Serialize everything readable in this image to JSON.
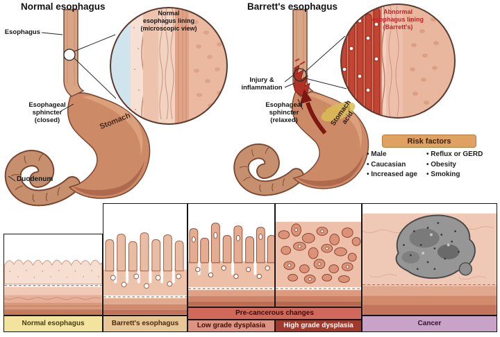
{
  "left_figure": {
    "title": "Normal esophagus",
    "esophagus_label": "Esophagus",
    "sphincter_label": "Esophageal\nsphincter\n(closed)",
    "stomach_label": "Stomach",
    "duodenum_label": "Duodenum",
    "inset_caption": "Normal\nesophagus lining\n(microscopic view)"
  },
  "right_figure": {
    "title": "Barrett's esophagus",
    "injury_label": "Injury &\ninflammation",
    "sphincter_label": "Esophageal\nsphincter\n(relaxed)",
    "stomach_acid_label": "Stomach\nacid",
    "inset_caption": "Abnormal\nesophagus lining\n(Barrett's)"
  },
  "risk_factors": {
    "title": "Risk factors",
    "column1": [
      "Male",
      "Caucasian",
      "Increased age"
    ],
    "column2": [
      "Reflux or GERD",
      "Obesity",
      "Smoking"
    ]
  },
  "progression": {
    "precancerous_header": "Pre-cancerous changes",
    "precancerous_color": "#d0685c",
    "stages": [
      {
        "label": "Normal esophagus",
        "color": "#f2e49f"
      },
      {
        "label": "Barrett's esophagus",
        "color": "#e7c795"
      },
      {
        "label": "Low grade dysplasia",
        "color": "#dd9384"
      },
      {
        "label": "High grade dysplasia",
        "color": "#a13a2e"
      },
      {
        "label": "Cancer",
        "color": "#c9a2c8"
      }
    ]
  },
  "colors": {
    "stomach": "#cd8a67",
    "esophagus": "#d9a585",
    "injury_red": "#b03226",
    "inset_blue": "#cfe4ec",
    "risk_header_bg": "#dfa263"
  }
}
